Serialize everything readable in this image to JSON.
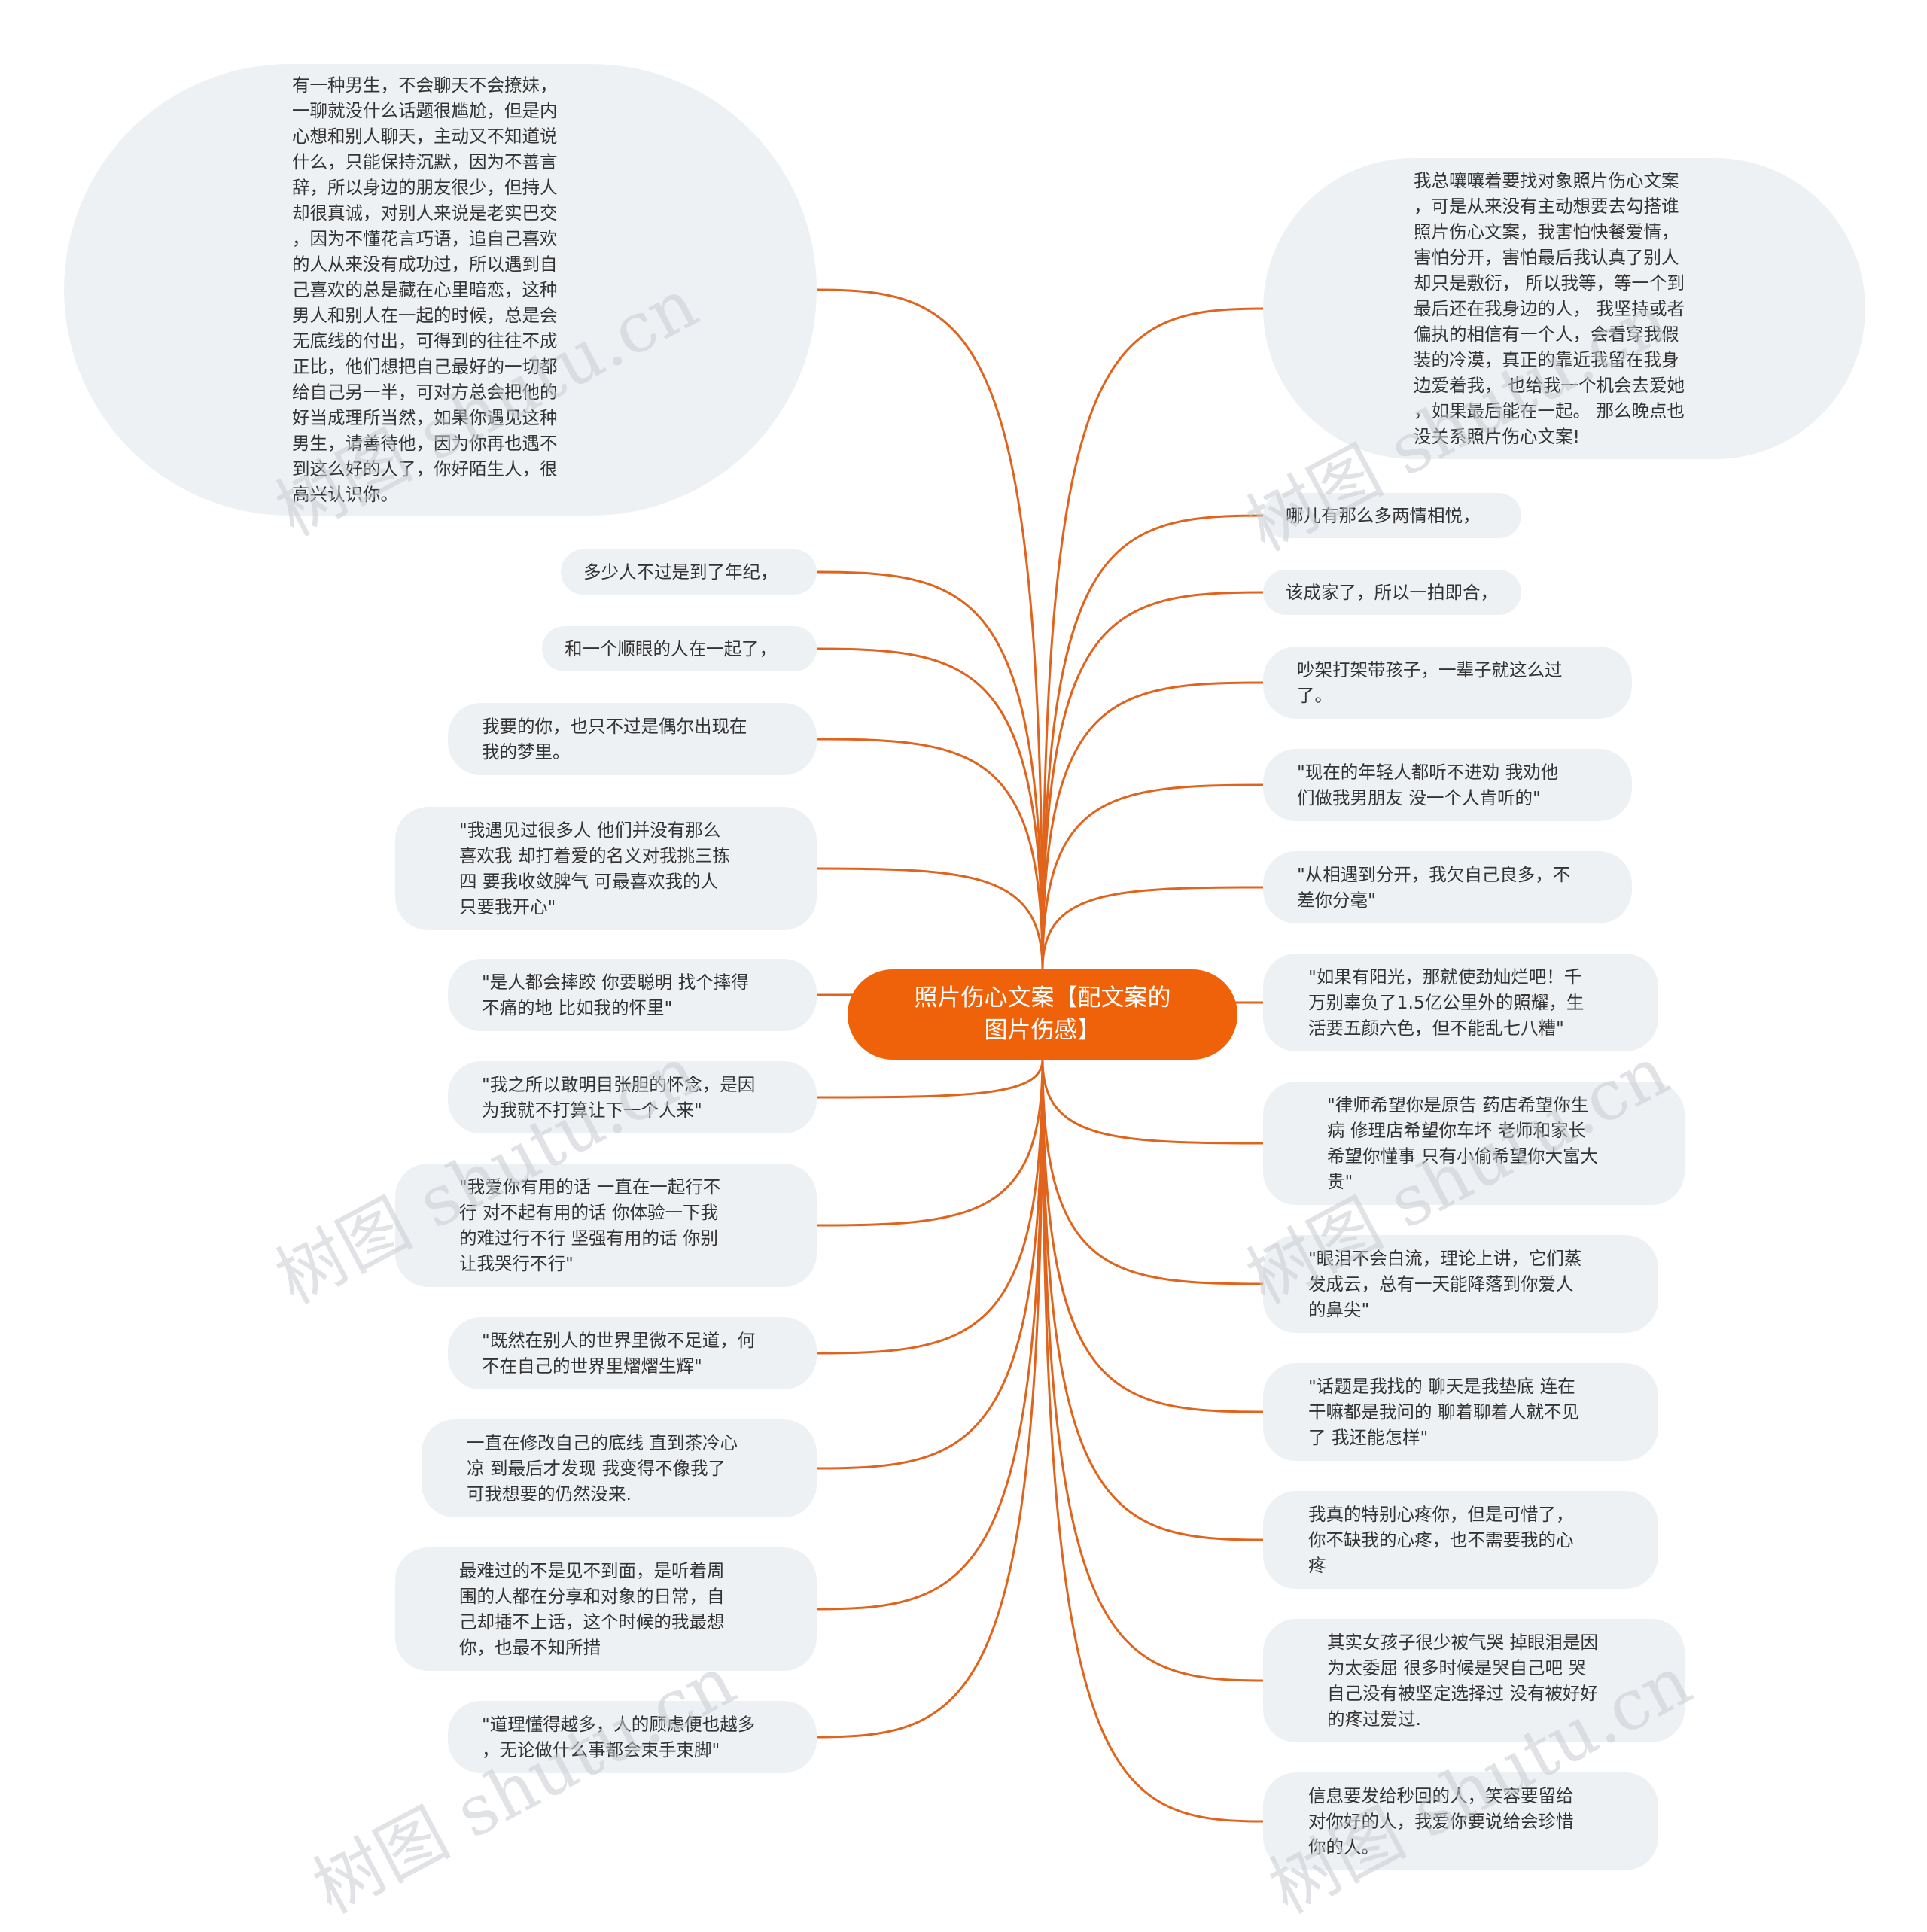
{
  "center": {
    "label": "照片伤心文案【配文案的\n图片伤感】"
  },
  "watermark": "树图 shutu.cn",
  "colors": {
    "branch": "#e0641c",
    "center": "#f0620a",
    "node": "#eef1f4",
    "text": "#333333"
  },
  "left_nodes": [
    {
      "text": "有一种男生，不会聊天不会撩妹，\n一聊就没什么话题很尴尬，但是内\n心想和别人聊天，主动又不知道说\n什么，只能保持沉默，因为不善言\n辞，所以身边的朋友很少，但持人\n却很真诚，对别人来说是老实巴交\n，因为不懂花言巧语，追自己喜欢\n的人从来没有成功过，所以遇到自\n己喜欢的总是藏在心里暗恋，这种\n男人和别人在一起的时候，总是会\n无底线的付出，可得到的往往不成\n正比，他们想把自己最好的一切都\n给自己另一半，可对方总会把他的\n好当成理所当然，如果你遇见这种\n男生，请善待他，因为你再也遇不\n到这么好的人了，你好陌生人，很\n高兴认识你。"
    },
    {
      "text": "多少人不过是到了年纪，"
    },
    {
      "text": "和一个顺眼的人在一起了，"
    },
    {
      "text": "我要的你，也只不过是偶尔出现在\n我的梦里。"
    },
    {
      "text": "\"我遇见过很多人 他们并没有那么\n喜欢我 却打着爱的名义对我挑三拣\n四 要我收敛脾气 可最喜欢我的人\n只要我开心\""
    },
    {
      "text": "\"是人都会摔跤 你要聪明 找个摔得\n不痛的地 比如我的怀里\""
    },
    {
      "text": "\"我之所以敢明目张胆的怀念，是因\n为我就不打算让下一个人来\""
    },
    {
      "text": "\"我爱你有用的话 一直在一起行不\n行 对不起有用的话 你体验一下我\n的难过行不行 坚强有用的话 你别\n让我哭行不行\""
    },
    {
      "text": "\"既然在别人的世界里微不足道，何\n不在自己的世界里熠熠生辉\""
    },
    {
      "text": "一直在修改自己的底线 直到茶冷心\n凉 到最后才发现 我变得不像我了\n可我想要的仍然没来."
    },
    {
      "text": "最难过的不是见不到面，是听着周\n围的人都在分享和对象的日常，自\n己却插不上话，这个时候的我最想\n你，也最不知所措"
    },
    {
      "text": "\"道理懂得越多，人的顾虑便也越多\n，无论做什么事都会束手束脚\""
    }
  ],
  "right_nodes": [
    {
      "text": "我总嚷嚷着要找对象照片伤心文案\n，可是从来没有主动想要去勾搭谁\n照片伤心文案，我害怕快餐爱情，\n害怕分开，害怕最后我认真了别人\n却只是敷衍， 所以我等，等一个到\n最后还在我身边的人， 我坚持或者\n偏执的相信有一个人，会看穿我假\n装的冷漠，真正的靠近我留在我身\n边爱着我， 也给我一个机会去爱她\n，如果最后能在一起。 那么晚点也\n没关系照片伤心文案!"
    },
    {
      "text": "哪儿有那么多两情相悦，"
    },
    {
      "text": "该成家了，所以一拍即合，"
    },
    {
      "text": "吵架打架带孩子，一辈子就这么过\n了。"
    },
    {
      "text": "\"现在的年轻人都听不进劝 我劝他\n们做我男朋友 没一个人肯听的\""
    },
    {
      "text": "\"从相遇到分开，我欠自己良多，不\n差你分毫\""
    },
    {
      "text": "\"如果有阳光，那就使劲灿烂吧！千\n万别辜负了1.5亿公里外的照耀，生\n活要五颜六色，但不能乱七八糟\""
    },
    {
      "text": "\"律师希望你是原告 药店希望你生\n病 修理店希望你车坏 老师和家长\n希望你懂事 只有小偷希望你大富大\n贵\""
    },
    {
      "text": "\"眼泪不会白流，理论上讲，它们蒸\n发成云，总有一天能降落到你爱人\n的鼻尖\""
    },
    {
      "text": "\"话题是我找的 聊天是我垫底 连在\n干嘛都是我问的 聊着聊着人就不见\n了 我还能怎样\""
    },
    {
      "text": "我真的特别心疼你，但是可惜了，\n你不缺我的心疼，也不需要我的心\n疼"
    },
    {
      "text": "其实女孩子很少被气哭 掉眼泪是因\n为太委屈 很多时候是哭自己吧 哭\n自己没有被坚定选择过 没有被好好\n的疼过爱过."
    },
    {
      "text": "信息要发给秒回的人，笑容要留给\n对你好的人，我爱你要说给会珍惜\n你的人。"
    }
  ]
}
